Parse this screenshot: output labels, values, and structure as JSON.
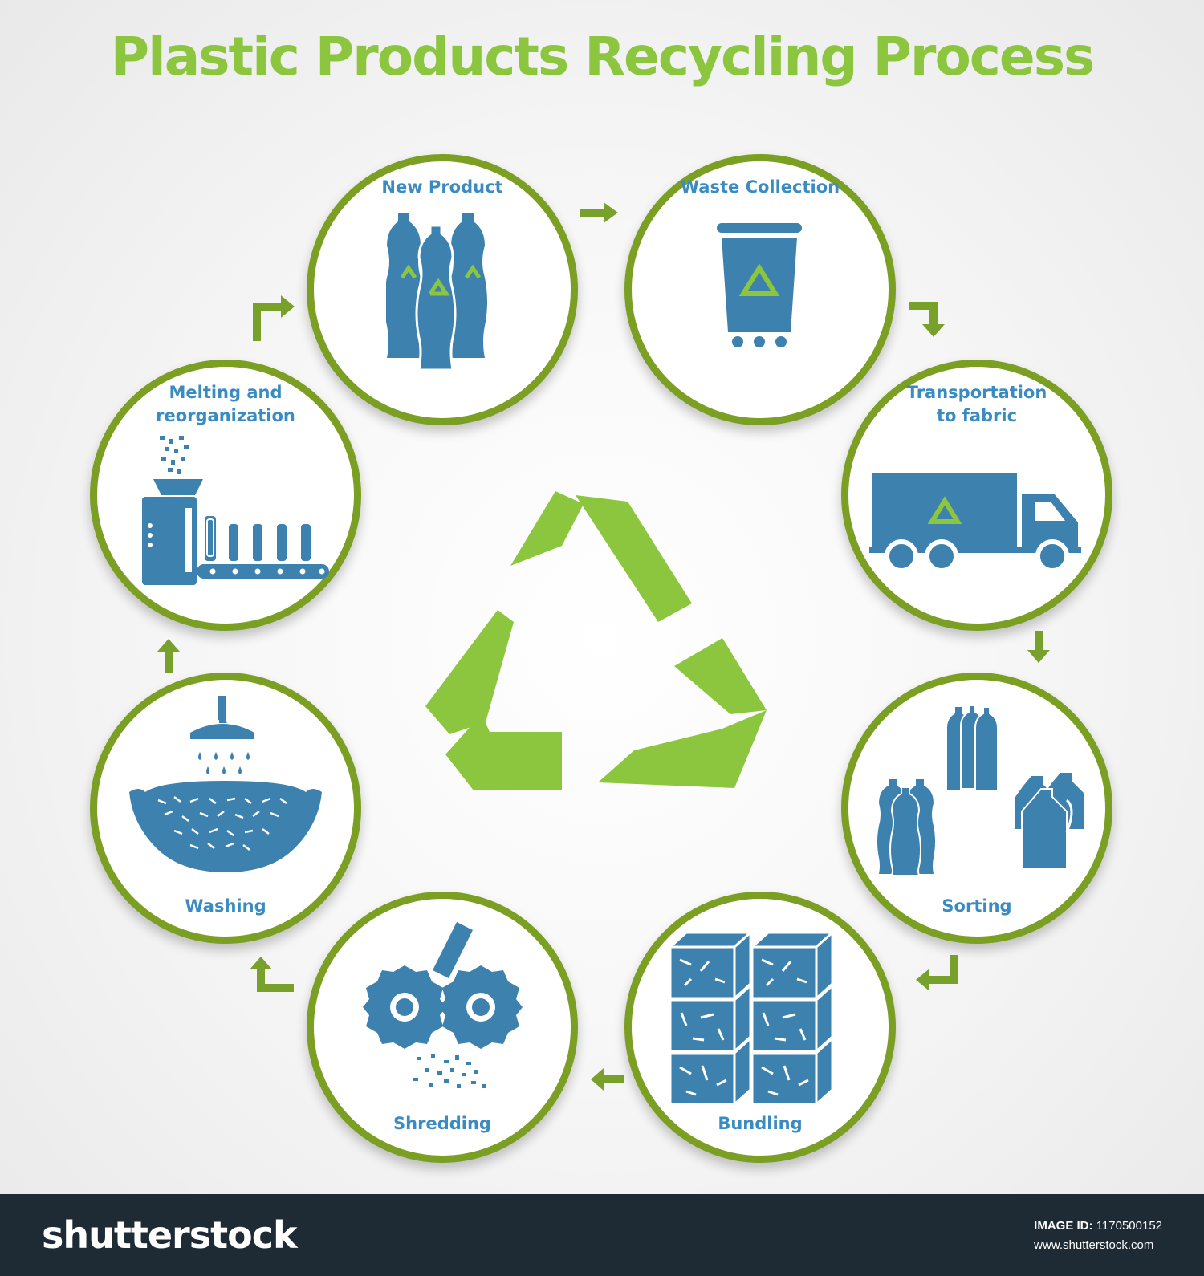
{
  "title": "Plastic Products Recycling Process",
  "colors": {
    "green": "#8cc63f",
    "ring": "#7a9f23",
    "arrow": "#77a12b",
    "blue": "#3d81ae",
    "label": "#3a8bc1",
    "footer": "#1e2a34"
  },
  "steps": [
    {
      "id": "new-product",
      "label": "New Product",
      "icon": "bottles-icon"
    },
    {
      "id": "waste-collection",
      "label": "Waste Collection",
      "icon": "recycling-bin-icon"
    },
    {
      "id": "transportation",
      "label": "Transportation\nto fabric",
      "icon": "truck-icon"
    },
    {
      "id": "sorting",
      "label": "Sorting",
      "icon": "sorted-bottles-icon"
    },
    {
      "id": "bundling",
      "label": "Bundling",
      "icon": "bale-icon"
    },
    {
      "id": "shredding",
      "label": "Shredding",
      "icon": "shredder-icon"
    },
    {
      "id": "washing",
      "label": "Washing",
      "icon": "wash-basin-icon"
    },
    {
      "id": "melting",
      "label": "Melting and\nreorganization",
      "icon": "conveyor-machine-icon"
    }
  ],
  "footer": {
    "logo": "shutterstock",
    "image_id_label": "IMAGE ID:",
    "image_id": "1170500152",
    "site": "www.shutterstock.com"
  }
}
